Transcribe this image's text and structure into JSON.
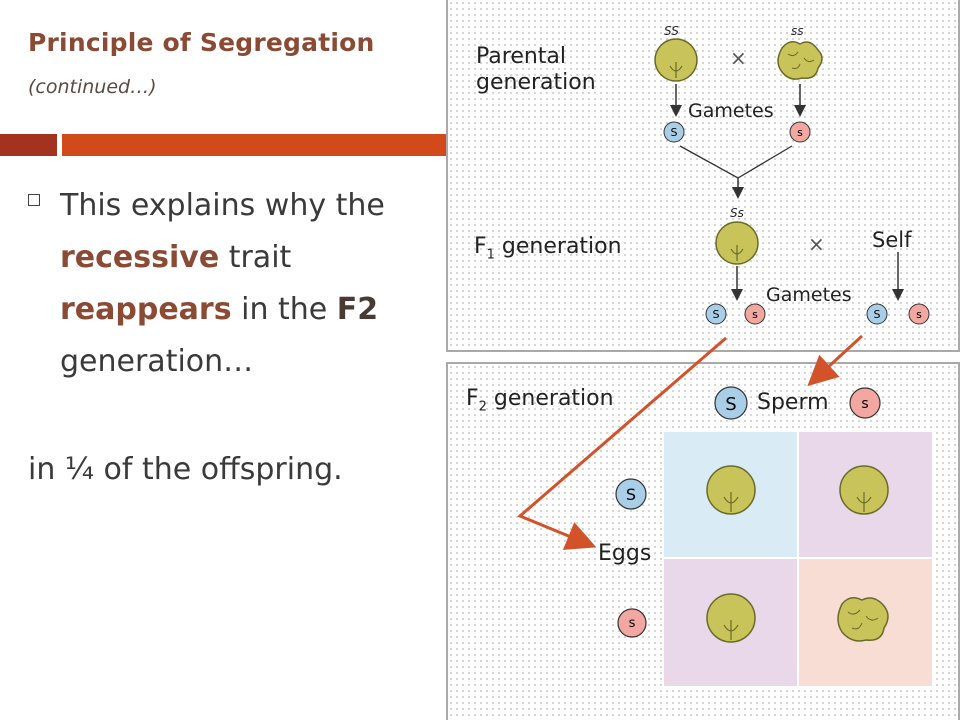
{
  "slide": {
    "title": "Principle of Segregation",
    "subtitle": "(continued…)",
    "bullet": {
      "part1": "This explains why the ",
      "recessive": "recessive",
      "part2": " trait ",
      "reappears": "reappears",
      "part3": " in the ",
      "f2": "F2",
      "part4": " generation…"
    },
    "followup": "in ¼ of the offspring."
  },
  "diagram": {
    "parental_label_1": "Parental",
    "parental_label_2": "generation",
    "parent1_genotype": "SS",
    "parent2_genotype": "ss",
    "cross_symbol": "×",
    "gametes_label_top": "Gametes",
    "gamete_big": "S",
    "gamete_small": "s",
    "f1_label": "F",
    "f1_sub": "1",
    "f1_label_rest": " generation",
    "f1_genotype": "Ss",
    "self_label": "Self",
    "gametes_label_bottom": "Gametes",
    "f2_label": "F",
    "f2_sub": "2",
    "f2_label_rest": " generation",
    "sperm_label": "Sperm",
    "eggs_label": "Eggs",
    "punnett": [
      [
        "SS",
        "Ss"
      ],
      [
        "Ss",
        "ss"
      ]
    ]
  },
  "colors": {
    "title": "#8a4a34",
    "bar_dark": "#a3321f",
    "bar_orange": "#d24a1a",
    "seed_yellow": "#c8c45a",
    "gamete_blue": "#a9cfe8",
    "gamete_pink": "#f2a7a0",
    "arrow_orange": "#d2522a",
    "cell_blue": "#d9ecf6",
    "cell_purple": "#e8d8ea",
    "cell_peach": "#f8ddd4"
  }
}
